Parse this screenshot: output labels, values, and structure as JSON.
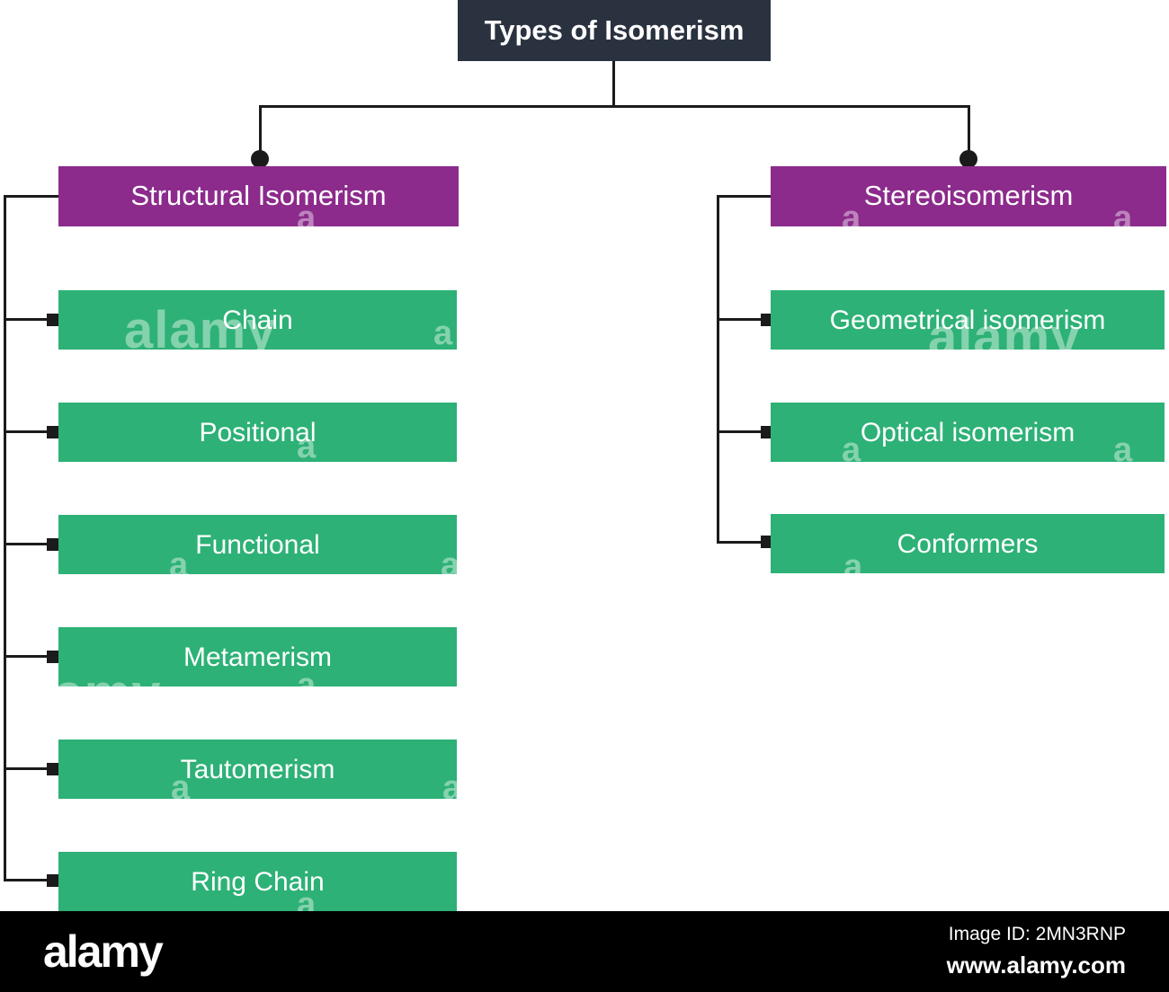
{
  "tree": {
    "root": "Types of Isomerism",
    "branches": [
      {
        "label": "Structural Isomerism",
        "children": [
          "Chain",
          "Positional",
          "Functional",
          "Metamerism",
          "Tautomerism",
          "Ring Chain"
        ]
      },
      {
        "label": "Stereoisomerism",
        "children": [
          "Geometrical isomerism",
          "Optical isomerism",
          "Conformers"
        ]
      }
    ]
  },
  "colors": {
    "root_box": "#2a3240",
    "branch_box": "#8c2b8c",
    "leaf_box": "#2db176",
    "connector": "#1b1b1b",
    "background": "#ffffff",
    "footer_bar": "#000000",
    "text": "#ffffff"
  },
  "watermark": {
    "word": "alamy",
    "letter": "a"
  },
  "footer": {
    "logo": "alamy",
    "image_id": "Image ID: 2MN3RNP",
    "url": "www.alamy.com"
  }
}
